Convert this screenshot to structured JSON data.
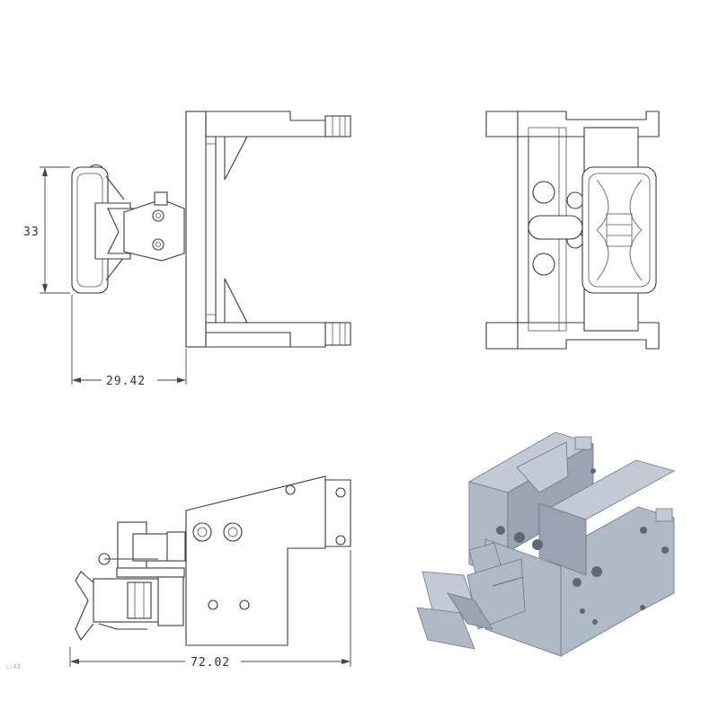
{
  "drawing": {
    "dimensions": {
      "height_label": "33",
      "depth_label": "29.42",
      "width_label": "72.02"
    },
    "corner_note": "c:A3",
    "highlight_color": "#7fd34a",
    "render_color": "#b0b9c6"
  }
}
